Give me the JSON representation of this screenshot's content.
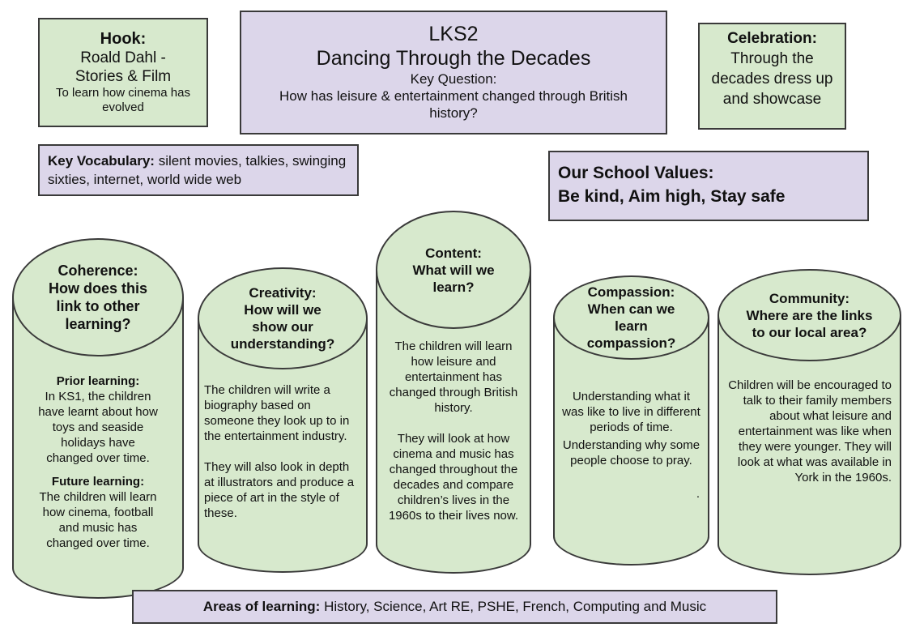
{
  "hook": {
    "heading": "Hook:",
    "line": "Roald Dahl - Stories & Film",
    "detail": "To learn how cinema has evolved"
  },
  "title": {
    "phase": "LKS2",
    "topic": "Dancing Through the Decades",
    "question_label": "Key Question:",
    "question": "How has leisure & entertainment changed through British history?"
  },
  "celebration": {
    "heading": "Celebration:",
    "text": "Through the decades dress up and showcase"
  },
  "vocabulary": {
    "label": "Key Vocabulary:",
    "words": " silent movies, talkies, swinging sixties, internet, world wide web"
  },
  "values": {
    "heading": "Our School Values:",
    "list": "Be kind, Aim high, Stay safe"
  },
  "coherence": {
    "heading": "Coherence:",
    "question": "How does this link to other learning?",
    "prior_label": "Prior learning:",
    "prior_text": "In KS1, the children have learnt about how toys and seaside holidays have changed over time.",
    "future_label": "Future learning:",
    "future_text": "The children will learn how cinema, football and music has changed over time."
  },
  "creativity": {
    "heading": "Creativity:",
    "question": "How will we show our understanding?",
    "p1": "The children will write a biography based on someone they look up to in the entertainment industry.",
    "p2": "They will also look in depth at illustrators and produce a piece of art in the style of these."
  },
  "content": {
    "heading": "Content:",
    "question": "What will we learn?",
    "p1": "The children will learn how leisure and entertainment has changed through British history.",
    "p2": "They will look at how cinema and music has changed throughout the decades and compare children’s lives in the 1960s to their lives now."
  },
  "compassion": {
    "heading": "Compassion:",
    "question": "When can we learn compassion?",
    "p1": "Understanding what it was like to live in different periods of time.",
    "p2": "Understanding why some people choose to pray.",
    "dot": "."
  },
  "community": {
    "heading": "Community:",
    "question": "Where are the links to our local area?",
    "p1": "Children will be encouraged to talk to their family members about what leisure and entertainment was like when they were younger. They will look at what was available in York in the 1960s."
  },
  "areas": {
    "label": "Areas of learning:",
    "list": " History, Science, Art RE, PSHE, French, Computing and Music"
  }
}
